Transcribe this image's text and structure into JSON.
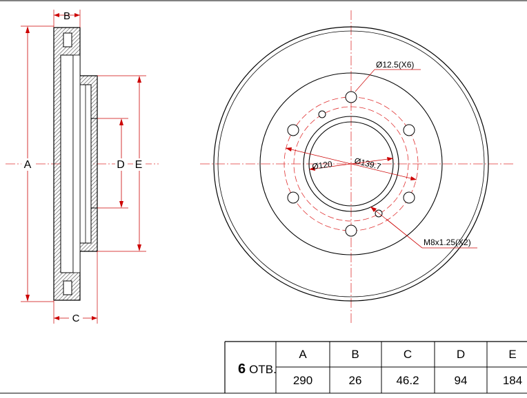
{
  "drawing": {
    "side_view": {
      "dim_labels": {
        "A": "A",
        "B": "B",
        "C": "C",
        "D": "D",
        "E": "E"
      }
    },
    "front_view": {
      "callouts": {
        "bolt_holes": "Ø12.5(X6)",
        "pcd": "Ø139.7",
        "center_bore": "Ø120",
        "threaded_holes": "M8x1.25(X2)"
      }
    },
    "colors": {
      "outline": "#000000",
      "dimension": "#cc0000",
      "centerline": "#e03030",
      "hatch": "#333333"
    }
  },
  "spec_table": {
    "holes_count": "6",
    "holes_unit": "ОТВ.",
    "headers": [
      "A",
      "B",
      "C",
      "D",
      "E"
    ],
    "values": [
      "290",
      "26",
      "46.2",
      "94",
      "184"
    ]
  }
}
